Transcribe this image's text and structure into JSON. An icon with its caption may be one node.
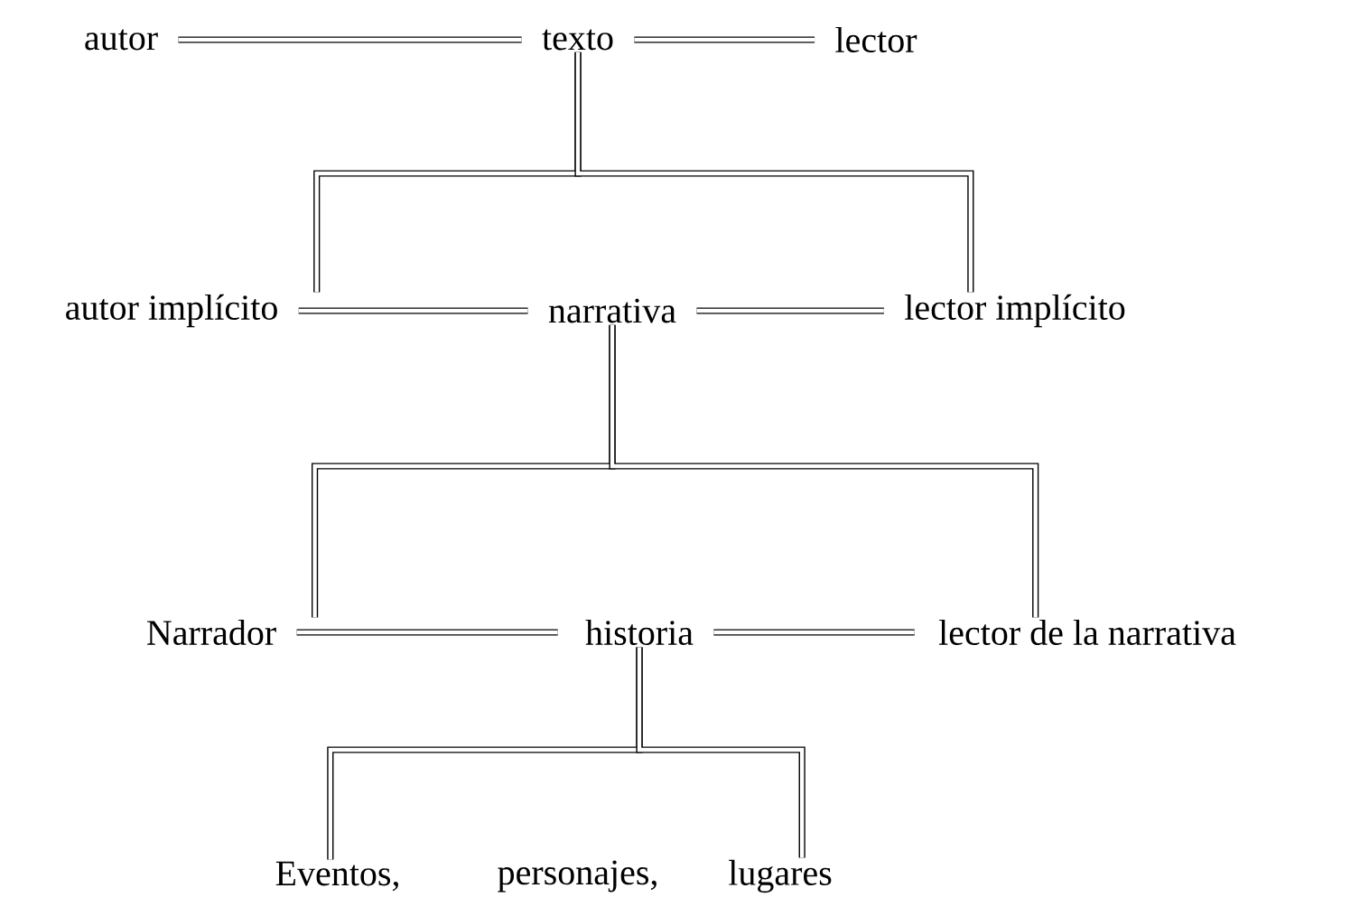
{
  "diagram": {
    "nodes": [
      {
        "text": [
          "autor"
        ]
      },
      {
        "text": [
          "texto"
        ]
      },
      {
        "text": [
          "lector"
        ]
      },
      {
        "text": [
          "autor implícito"
        ]
      },
      {
        "text": [
          "narrativa"
        ]
      },
      {
        "text": [
          "lector implícito"
        ]
      },
      {
        "text": [
          "Narrador"
        ]
      },
      {
        "text": [
          "historia"
        ]
      },
      {
        "text": [
          "lector de la narrativa"
        ]
      },
      {
        "text": [
          "Eventos,"
        ]
      },
      {
        "text": [
          "personajes,"
        ]
      },
      {
        "text": [
          "lugares"
        ]
      }
    ],
    "edges": [
      {
        "from": 0,
        "to": 1,
        "arrow": "none"
      },
      {
        "from": 1,
        "to": 2,
        "arrow": "none"
      },
      {
        "from": 1,
        "to": 3,
        "arrow": "none"
      },
      {
        "from": 1,
        "to": 5,
        "arrow": "none"
      },
      {
        "from": 3,
        "to": 4,
        "arrow": "none"
      },
      {
        "from": 4,
        "to": 5,
        "arrow": "none"
      },
      {
        "from": 4,
        "to": 6,
        "arrow": "none"
      },
      {
        "from": 4,
        "to": 8,
        "arrow": "none"
      },
      {
        "from": 6,
        "to": 7,
        "arrow": "none"
      },
      {
        "from": 7,
        "to": 8,
        "arrow": "none"
      },
      {
        "from": 7,
        "to": 9,
        "arrow": "none"
      },
      {
        "from": 7,
        "to": 11,
        "arrow": "none"
      }
    ]
  }
}
